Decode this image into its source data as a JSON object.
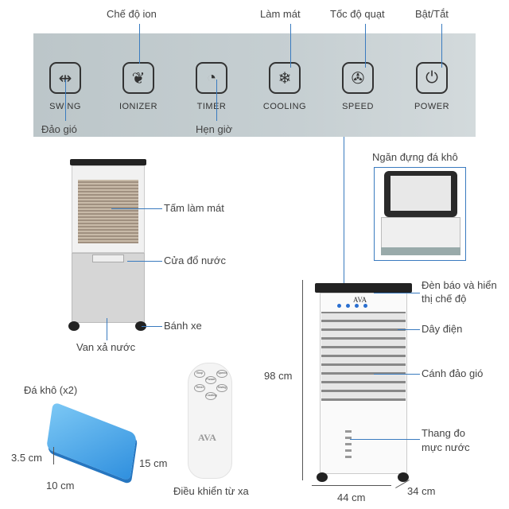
{
  "panel": {
    "buttons": [
      {
        "label": "SWING",
        "icon": "swing-icon",
        "callout": "Đảo gió"
      },
      {
        "label": "IONIZER",
        "icon": "leaf-icon",
        "callout": "Chế độ ion"
      },
      {
        "label": "TIMER",
        "icon": "clock-icon",
        "callout": "Hẹn giờ"
      },
      {
        "label": "COOLING",
        "icon": "snowflake-icon",
        "callout": "Làm mát"
      },
      {
        "label": "SPEED",
        "icon": "fan-icon",
        "callout": "Tốc độ quạt"
      },
      {
        "label": "POWER",
        "icon": "power-icon",
        "callout": "Bật/Tắt"
      }
    ]
  },
  "front_unit": {
    "cooling_pad": "Tấm làm mát",
    "water_door": "Cửa đổ nước",
    "wheels": "Bánh xe",
    "drain_valve": "Van xả nước"
  },
  "ice_tray": "Ngăn đựng đá khô",
  "main_unit": {
    "brand": "AVA",
    "indicator": "Đèn báo và hiển thị chế độ",
    "cord": "Dây điện",
    "louver": "Cánh đảo gió",
    "water_gauge_1": "Thang đo",
    "water_gauge_2": "mực nước",
    "height": "98 cm",
    "width": "44 cm",
    "depth": "34 cm"
  },
  "ice_pack": {
    "title": "Đá khô (x2)",
    "thickness": "3.5 cm",
    "width": "10 cm",
    "length": "15 cm"
  },
  "remote": {
    "caption": "Điều khiển từ xa",
    "brand": "AVA",
    "keys": [
      "Stop",
      "Speed",
      "Power",
      "Timer",
      "Swing",
      "Cooling"
    ]
  },
  "colors": {
    "callout_line": "#3a7bbf",
    "panel": "#c3ccd0",
    "ice_pack": "#4aa8e8"
  }
}
